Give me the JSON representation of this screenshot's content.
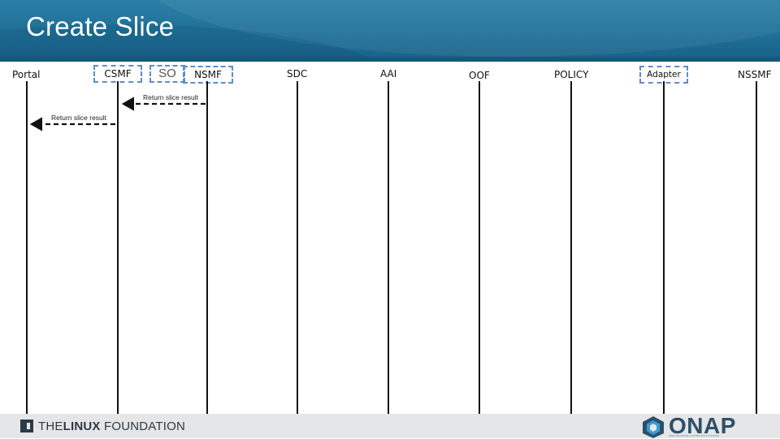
{
  "slide": {
    "title": "Create Slice"
  },
  "actors": {
    "portal": "Portal",
    "csmf": "CSMF",
    "so": "SO",
    "nsmf": "NSMF",
    "sdc": "SDC",
    "aai": "AAI",
    "oof": "OOF",
    "policy": "POLICY",
    "adapter": "Adapter",
    "nssmf": "NSSMF"
  },
  "messages": [
    {
      "from": "NSMF",
      "to": "CSMF",
      "label": "Return slice result",
      "style": "dashed"
    },
    {
      "from": "CSMF",
      "to": "Portal",
      "label": "Return slice result",
      "style": "dashed"
    }
  ],
  "footer": {
    "linux_foundation": {
      "prefix": "THE",
      "bold": "LINUX",
      "suffix": " FOUNDATION"
    },
    "onap": {
      "name": "ONAP",
      "tagline": "OPEN NETWORK AUTOMATION PLATFORM"
    }
  },
  "colors": {
    "header": "#1f6f96",
    "title_text": "#ffffff",
    "actor_box_border": "#5b8fc9",
    "footer_bg": "#e5e6e7",
    "onap_brand": "#2d4f6b"
  }
}
